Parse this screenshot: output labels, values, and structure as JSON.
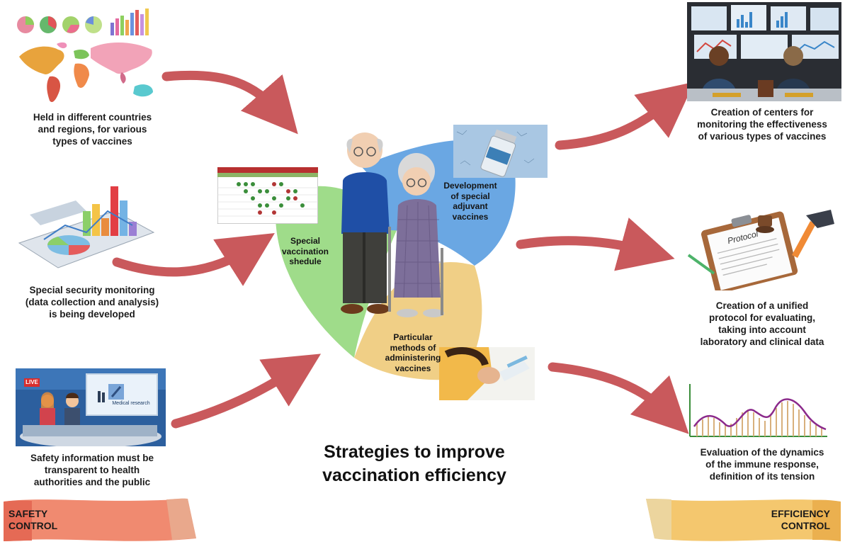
{
  "title_line1": "Strategies to improve",
  "title_line2": "vaccination efficiency",
  "left": {
    "item1": [
      "Held in different countries",
      "and regions, for various",
      "types of vaccines"
    ],
    "item2": [
      "Special security monitoring",
      "(data collection and analysis)",
      "is being developed"
    ],
    "item3": [
      "Safety information must be",
      "transparent to health",
      "authorities and the public"
    ],
    "tv_live": "LIVE",
    "tv_screen": "Medical research",
    "banner": [
      "SAFETY",
      "CONTROL"
    ]
  },
  "right": {
    "item1": [
      "Creation of centers for",
      "monitoring the effectiveness",
      "of various types of vaccines"
    ],
    "item2": [
      "Creation of a unified",
      "protocol for evaluating,",
      "taking into account",
      "laboratory and clinical data"
    ],
    "item3": [
      "Evaluation of the dynamics",
      "of the immune response,",
      "definition of its tension"
    ],
    "clipboard": "Protocol",
    "banner": [
      "EFFICIENCY",
      "CONTROL"
    ]
  },
  "center": {
    "petal_green": [
      "Special",
      "vaccination",
      "shedule"
    ],
    "petal_blue": [
      "Development",
      "of special",
      "adjuvant",
      "vaccines"
    ],
    "petal_yellow": [
      "Particular",
      "methods of",
      "administering",
      "vaccines"
    ]
  },
  "colors": {
    "arrow": "#c9595c",
    "petal_green": "#9fdc8a",
    "petal_blue": "#6aa7e3",
    "petal_yellow": "#f0cf86",
    "banner_safety": "#f0826b",
    "banner_efficiency": "#f2c46b"
  }
}
